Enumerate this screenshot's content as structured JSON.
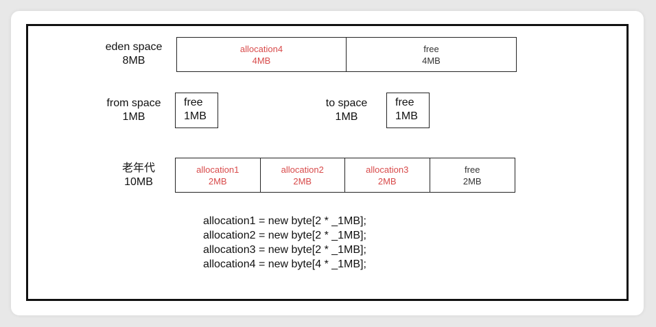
{
  "eden": {
    "name": "eden space",
    "size": "8MB",
    "cells": [
      {
        "label": "allocation4",
        "size": "4MB",
        "state": "used"
      },
      {
        "label": "free",
        "size": "4MB",
        "state": "free"
      }
    ]
  },
  "from_space": {
    "name": "from space",
    "size": "1MB",
    "box_label": "free",
    "box_size": "1MB"
  },
  "to_space": {
    "name": "to space",
    "size": "1MB",
    "box_label": "free",
    "box_size": "1MB"
  },
  "old_gen": {
    "name": "老年代",
    "size": "10MB",
    "cells": [
      {
        "label": "allocation1",
        "size": "2MB",
        "state": "used"
      },
      {
        "label": "allocation2",
        "size": "2MB",
        "state": "used"
      },
      {
        "label": "allocation3",
        "size": "2MB",
        "state": "used"
      },
      {
        "label": "free",
        "size": "2MB",
        "state": "free"
      }
    ]
  },
  "code_lines": [
    "allocation1 = new byte[2 * _1MB];",
    "allocation2 = new byte[2 * _1MB];",
    "allocation3 = new byte[2 * _1MB];",
    "allocation4 = new byte[4 * _1MB];"
  ],
  "colors": {
    "used": "#d84a4a",
    "free": "#333333",
    "border": "#222222"
  }
}
